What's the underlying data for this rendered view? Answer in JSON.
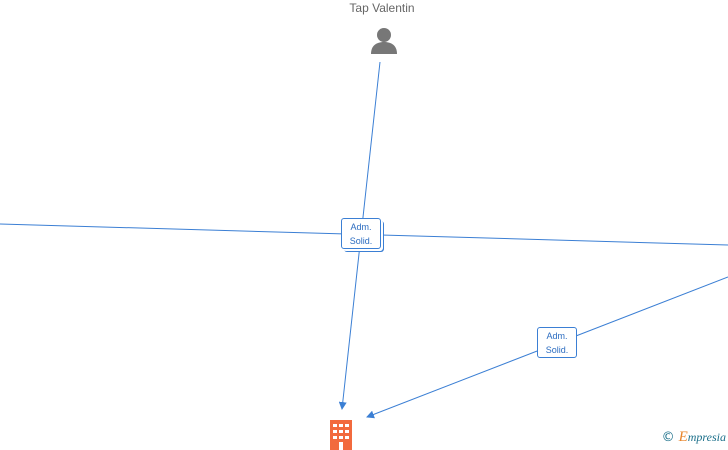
{
  "person": {
    "name": "Tap Valentin",
    "icon": "person-icon"
  },
  "company": {
    "icon": "building-icon",
    "color": "#f26a3d"
  },
  "edges": [
    {
      "line1": "Adm.",
      "line2": "Solid."
    },
    {
      "line1": "Adm.",
      "line2": "Solid."
    }
  ],
  "colors": {
    "edge": "#3b7fd4",
    "person": "#777777"
  },
  "watermark": {
    "copyright": "©",
    "brand_initial": "E",
    "brand_rest": "mpresia"
  }
}
